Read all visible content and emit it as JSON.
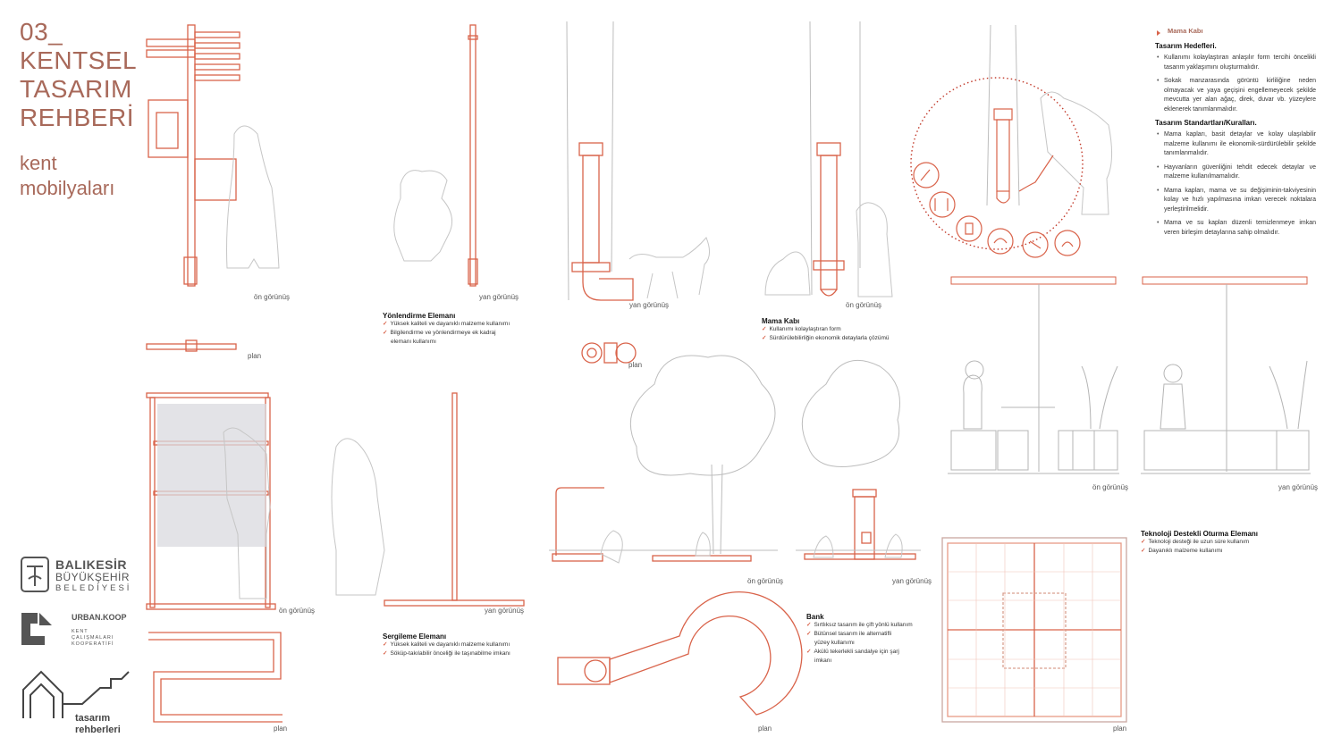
{
  "header": {
    "number": "03_",
    "title_lines": [
      "KENTSEL",
      "TASARIM",
      "REHBERİ"
    ],
    "subtitle_lines": [
      "kent",
      "mobilyaları"
    ]
  },
  "labels": {
    "on_gorunus": "ön görünüş",
    "yan_gorunus": "yan görünüş",
    "plan": "plan"
  },
  "sections": {
    "yonlendirme": {
      "title": "Yönlendirme Elemanı",
      "items": [
        "Yüksek kaliteli ve dayanıklı malzeme kullanımı",
        "Bilgilendirme ve yönlendirmeye ek kadraj",
        "elemanı kullanımı"
      ]
    },
    "mama": {
      "title": "Mama Kabı",
      "items": [
        "Kullanımı kolaylaştıran form",
        "Sürdürülebilirliğin ekonomik detaylarla çözümü"
      ]
    },
    "sergileme": {
      "title": "Sergileme Elemanı",
      "items": [
        "Yüksek kaliteli ve dayanıklı malzeme kullanımı",
        "Söküp-takılabilir önceliği ile taşınabilme imkanı"
      ]
    },
    "bank": {
      "title": "Bank",
      "items": [
        "Sırtlıksız tasarım ile çift yönlü kullanım",
        "Bütünsel tasarım ile alternatifli",
        "yüzey kullanımı",
        "Akülü tekerlekli sandalye için şarj",
        "imkanı"
      ]
    },
    "teknoloji": {
      "title": "Teknoloji Destekli Oturma Elemanı",
      "items": [
        "Teknoloji desteği ile uzun süre kullanım",
        "Dayanıklı malzeme kullanımı"
      ]
    }
  },
  "right_panel": {
    "tag": "Mama Kabı",
    "heading1": "Tasarım Hedefleri.",
    "goals": [
      "Kullanımı kolaylaştıran anlaşılır form tercihi öncelikli tasarım yaklaşımını oluşturmalıdır.",
      "Sokak manzarasında görüntü kirliliğine neden olmayacak ve yaya geçişini engellemeyecek şekilde mevcutta yer alan ağaç, direk, duvar vb. yüzeylere eklenerek tanımlanmalıdır."
    ],
    "heading2": "Tasarım Standartları/Kuralları.",
    "rules": [
      "Mama kapları, basit detaylar ve kolay ulaşılabilir malzeme kullanımı ile ekonomik-sürdürülebilir şekilde tanımlanmalıdır.",
      "Hayvanların güvenliğini tehdit edecek detaylar ve malzeme kullanılmamalıdır.",
      "Mama kapları, mama ve su değişiminin-takviyesinin kolay ve hızlı yapılmasına imkan verecek noktalara yerleştirilmelidir.",
      "Mama ve su kapları düzenli temizlenmeye imkan veren birleşim detaylarına sahip olmalıdır."
    ]
  },
  "logos": {
    "balikesir_line1": "BALIKESİR",
    "balikesir_line2": "BÜYÜKŞEHİR",
    "balikesir_line3": "BELEDİYESİ",
    "urban": "URBAN.KOOP",
    "urban_sub1": "KENT",
    "urban_sub2": "ÇALIŞMALARI",
    "urban_sub3": "KOOPERATİFİ",
    "tasarim1": "tasarım",
    "tasarim2": "rehberleri"
  },
  "colors": {
    "accent": "#d9634a",
    "title": "#a8695a",
    "sketch": "#b9b9b9"
  }
}
